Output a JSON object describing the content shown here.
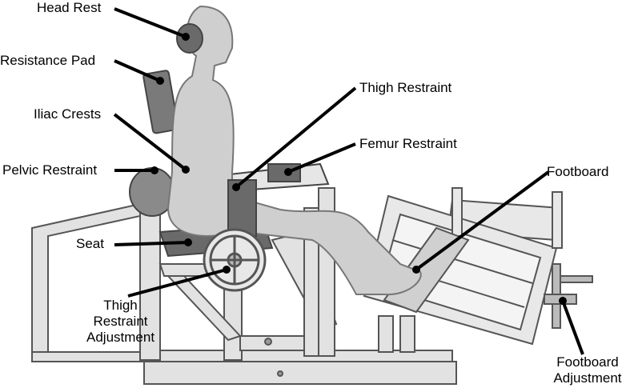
{
  "labels": {
    "head_rest": "Head Rest",
    "resistance_pad": "Resistance Pad",
    "iliac_crests": "Iliac Crests",
    "pelvic_restraint": "Pelvic Restraint",
    "seat": "Seat",
    "thigh_restraint_adjustment": "Thigh\nRestraint\nAdjustment",
    "thigh_restraint": "Thigh Restraint",
    "femur_restraint": "Femur Restraint",
    "footboard": "Footboard",
    "footboard_adjustment": "Footboard\nAdjustment"
  }
}
